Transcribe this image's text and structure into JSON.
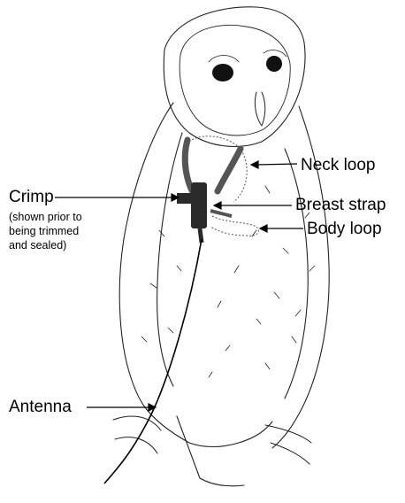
{
  "labels": {
    "neck_loop": "Neck loop",
    "breast_strap": "Breast strap",
    "body_loop": "Body loop",
    "crimp": "Crimp",
    "crimp_note": "(shown prior to\nbeing trimmed\nand sealed)",
    "antenna": "Antenna"
  },
  "colors": {
    "harness": "#555555",
    "harness_dark": "#2a2a2a",
    "line": "#000000"
  }
}
